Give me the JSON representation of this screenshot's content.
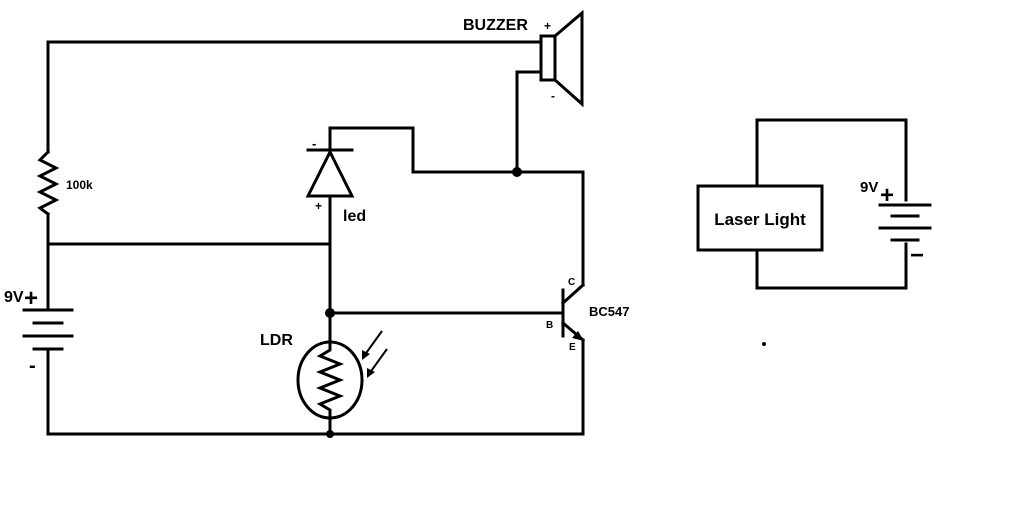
{
  "labels": {
    "buzzer": "BUZZER",
    "resistor": "100k",
    "battery_left": "9V",
    "led": "led",
    "ldr": "LDR",
    "transistor": "BC547",
    "collector": "C",
    "base": "B",
    "emitter": "E",
    "laser": "Laser Light",
    "battery_right": "9V"
  },
  "signs": {
    "plus": "+",
    "minus": "-",
    "minus_long": "−"
  }
}
